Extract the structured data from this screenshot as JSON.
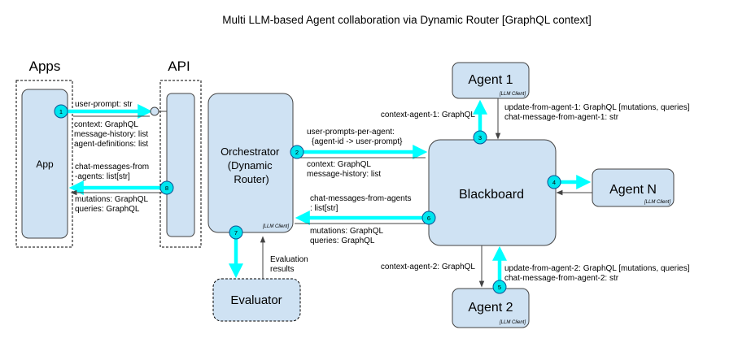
{
  "title": "Multi LLM-based Agent collaboration via Dynamic Router [GraphQL context]",
  "groups": {
    "apps": "Apps",
    "api": "API"
  },
  "nodes": {
    "app": "App",
    "orchestrator": [
      "Orchestrator",
      "(Dynamic",
      "Router)"
    ],
    "blackboard": "Blackboard",
    "agent1": "Agent 1",
    "agentN": "Agent N",
    "agent2": "Agent 2",
    "evaluator": "Evaluator",
    "llm_client": "[LLM Client]"
  },
  "labels": {
    "user_prompt": "user-prompt: str",
    "app_context": [
      "context: GraphQL",
      "message-history: list",
      "agent-definitions: list"
    ],
    "chat_from_agents_app": [
      "chat-messages-from",
      "-agents: list[str]"
    ],
    "app_return": [
      "mutations: GraphQL",
      "queries: GraphQL"
    ],
    "user_prompts_per_agent": [
      "user-prompts-per-agent:",
      "{agent-id -> user-prompt}"
    ],
    "orch_context": [
      "context: GraphQL",
      "message-history: list"
    ],
    "chat_from_agents_orch": [
      "chat-messages-from-agents",
      ": list[str]"
    ],
    "orch_return": [
      "mutations: GraphQL",
      "queries: GraphQL"
    ],
    "context_agent1": "context-agent-1: GraphQL",
    "update_agent1": [
      "update-from-agent-1: GraphQL [mutations, queries]",
      "chat-message-from-agent-1: str"
    ],
    "context_agent2": "context-agent-2: GraphQL",
    "update_agent2": [
      "update-from-agent-2: GraphQL [mutations, queries]",
      "chat-message-from-agent-2: str"
    ],
    "evaluation_results": [
      "Evaluation",
      "results"
    ]
  },
  "steps": [
    "1",
    "2",
    "3",
    "4",
    "5",
    "6",
    "7",
    "8"
  ],
  "colors": {
    "box_fill": "#cfe2f3",
    "accent": "#00ffff",
    "border": "#434343"
  }
}
